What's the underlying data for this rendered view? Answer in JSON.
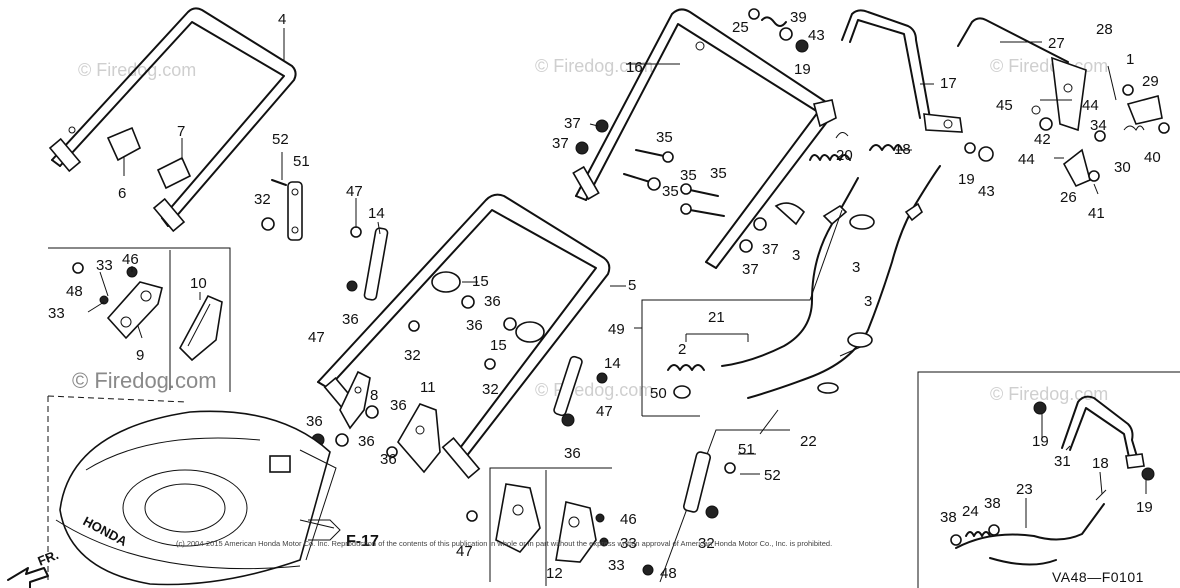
{
  "diagram": {
    "part_numbers": [
      "4",
      "6",
      "7",
      "52",
      "51",
      "32",
      "47",
      "14",
      "46",
      "33",
      "48",
      "9",
      "10",
      "15",
      "36",
      "5",
      "16",
      "37",
      "35",
      "3",
      "39",
      "25",
      "43",
      "19",
      "17",
      "20",
      "18",
      "27",
      "28",
      "1",
      "29",
      "45",
      "44",
      "42",
      "34",
      "30",
      "40",
      "26",
      "41",
      "21",
      "2",
      "49",
      "50",
      "22",
      "8",
      "11",
      "12",
      "31",
      "23",
      "24",
      "38"
    ],
    "section_ref": "F-17",
    "fr_label": "FR.",
    "brand_on_deck": "HONDA",
    "diagram_code": "VA48—F0101",
    "watermark_main": "© Firedog.com",
    "watermark_faint": "© Firedog.com",
    "copyright": "(c) 2004-2015 American Honda Motor Co. Inc. Reproduction of the contents of this publication in whole or in part without the express written approval of American Honda Motor Co., Inc. is prohibited."
  }
}
